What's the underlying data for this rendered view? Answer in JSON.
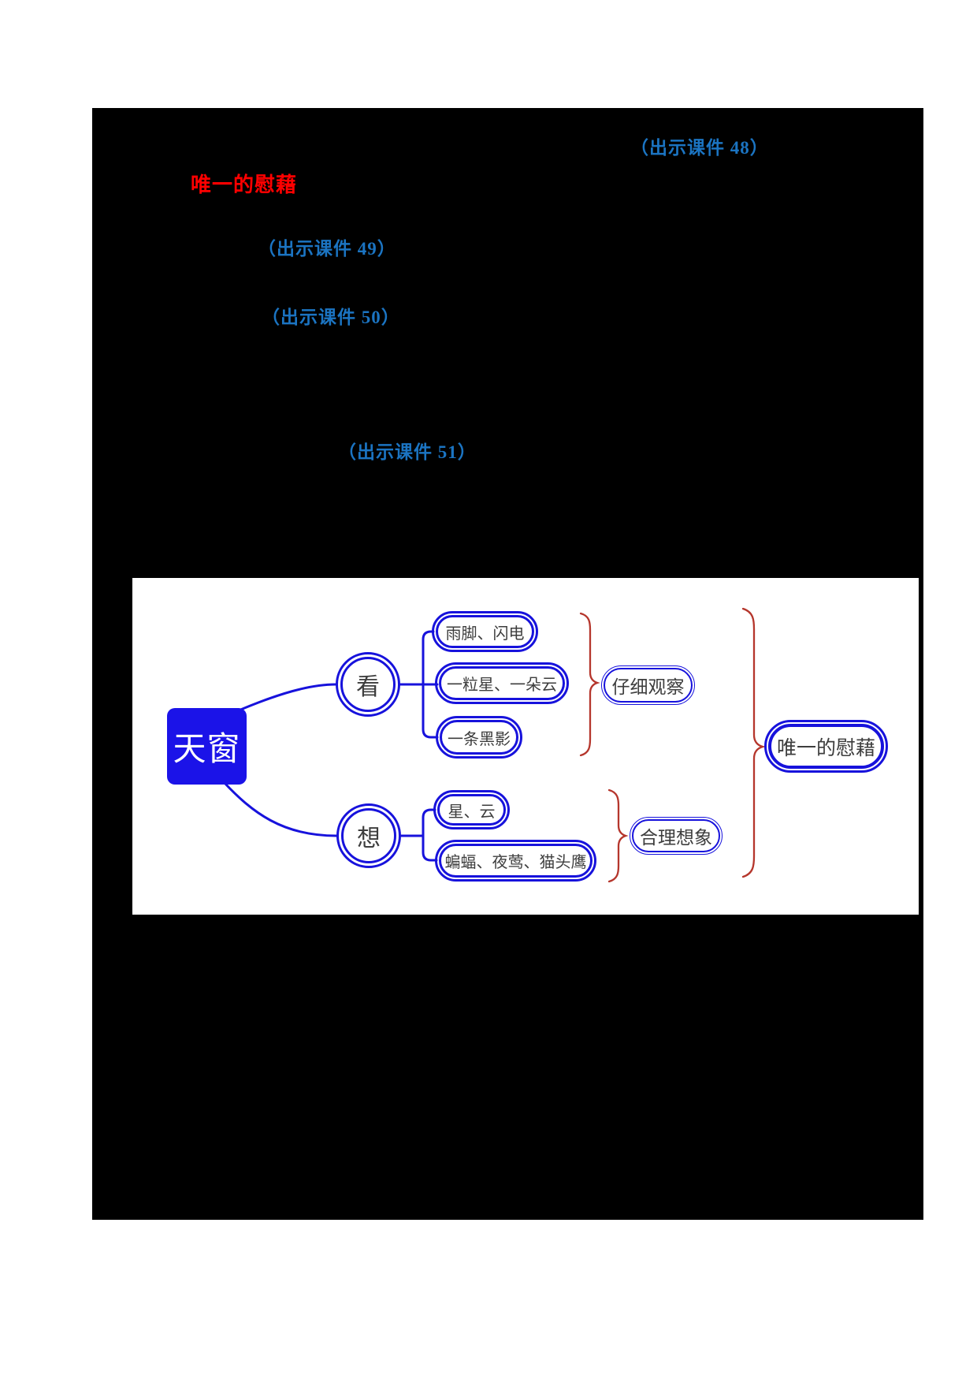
{
  "annotations": {
    "slide48": "（出示课件 48）",
    "keyword": "唯一的慰藉",
    "slide49": "（出示课件 49）",
    "slide50": "（出示课件 50）",
    "slide51": "（出示课件 51）",
    "note_color": "#1b74c2",
    "keyword_color": "#fe0000"
  },
  "mindmap": {
    "root": "天窗",
    "branches": [
      {
        "label": "看",
        "children": [
          "雨脚、闪电",
          "一粒星、一朵云",
          "一条黑影"
        ],
        "summary": "仔细观察"
      },
      {
        "label": "想",
        "children": [
          "星、云",
          "蝙蝠、夜莺、猫头鹰"
        ],
        "summary": "合理想象"
      }
    ],
    "conclusion": "唯一的慰藉",
    "colors": {
      "node_stroke": "#1712dc",
      "root_fill": "#1b13e8",
      "brace": "#b5362c",
      "label_text": "#3d3d3d"
    }
  }
}
